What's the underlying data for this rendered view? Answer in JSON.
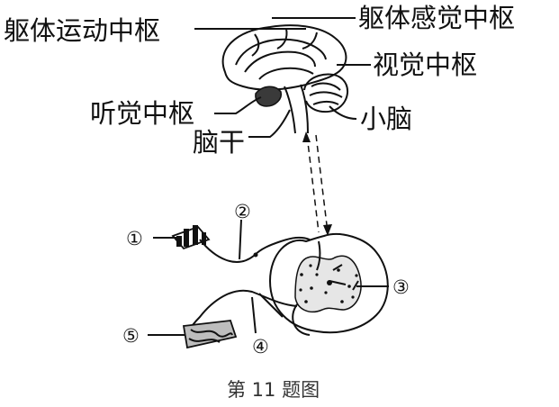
{
  "labels": {
    "somatic_motor_center": "躯体运动中枢",
    "somatic_sensory_center": "躯体感觉中枢",
    "visual_center": "视觉中枢",
    "auditory_center": "听觉中枢",
    "cerebellum": "小脑",
    "brainstem": "脑干"
  },
  "markers": [
    "①",
    "②",
    "③",
    "④",
    "⑤"
  ],
  "caption": "第 11 题图"
}
